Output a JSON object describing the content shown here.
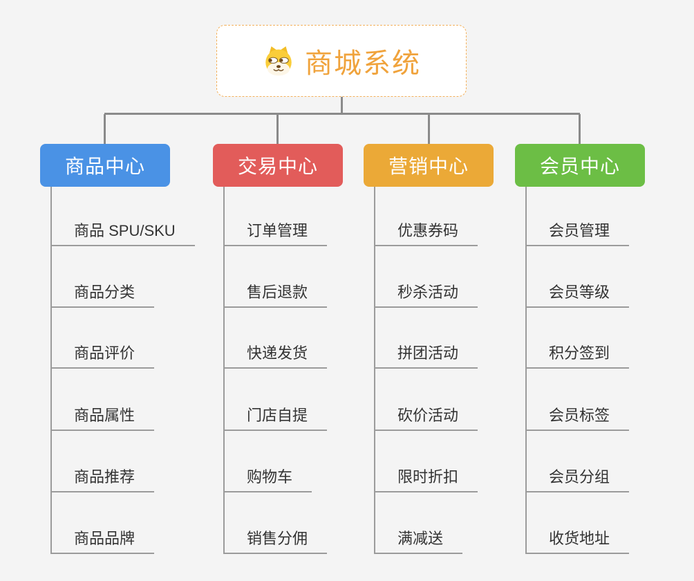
{
  "root": {
    "label": "商城系统",
    "icon": "doge-icon"
  },
  "branches": [
    {
      "label": "商品中心",
      "color": "#4a92e5",
      "children": [
        "商品 SPU/SKU",
        "商品分类",
        "商品评价",
        "商品属性",
        "商品推荐",
        "商品品牌"
      ]
    },
    {
      "label": "交易中心",
      "color": "#e25c5a",
      "children": [
        "订单管理",
        "售后退款",
        "快递发货",
        "门店自提",
        "购物车",
        "销售分佣"
      ]
    },
    {
      "label": "营销中心",
      "color": "#eba937",
      "children": [
        "优惠券码",
        "秒杀活动",
        "拼团活动",
        "砍价活动",
        "限时折扣",
        "满减送"
      ]
    },
    {
      "label": "会员中心",
      "color": "#6cbe45",
      "children": [
        "会员管理",
        "会员等级",
        "积分签到",
        "会员标签",
        "会员分组",
        "收货地址"
      ]
    }
  ],
  "colors": {
    "background": "#f4f4f4",
    "line": "#8a8a8a",
    "sub_line": "#9b9b9b",
    "root_text": "#f0a33c",
    "root_border": "#f3b05a",
    "sub_text": "#333333"
  }
}
